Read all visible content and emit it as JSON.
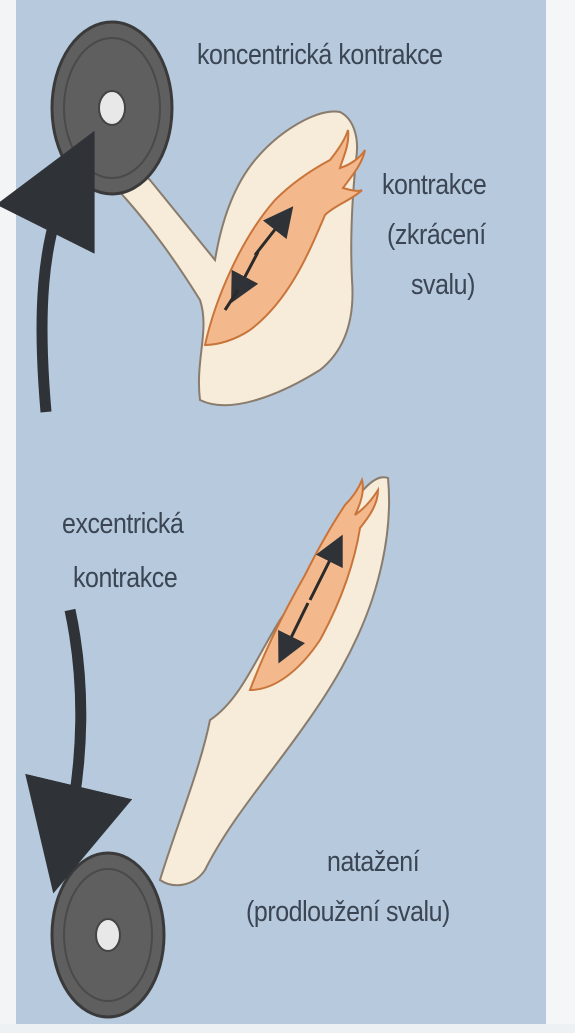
{
  "top": {
    "title": "koncentrická kontrakce",
    "muscle_label_line1": "kontrakce",
    "muscle_label_line2": "(zkrácení",
    "muscle_label_line3": "svalu)"
  },
  "bottom": {
    "title_line1": "excentrická",
    "title_line2": "kontrakce",
    "muscle_label_line1": "natažení",
    "muscle_label_line2": "(prodloužení svalu)"
  },
  "colors": {
    "background": "#b6c9dd",
    "skin": "#f6ecd9",
    "muscle": "#f3b98c",
    "weight": "#5f5f5f",
    "arrow": "#2f3338",
    "text": "#3b4553"
  }
}
